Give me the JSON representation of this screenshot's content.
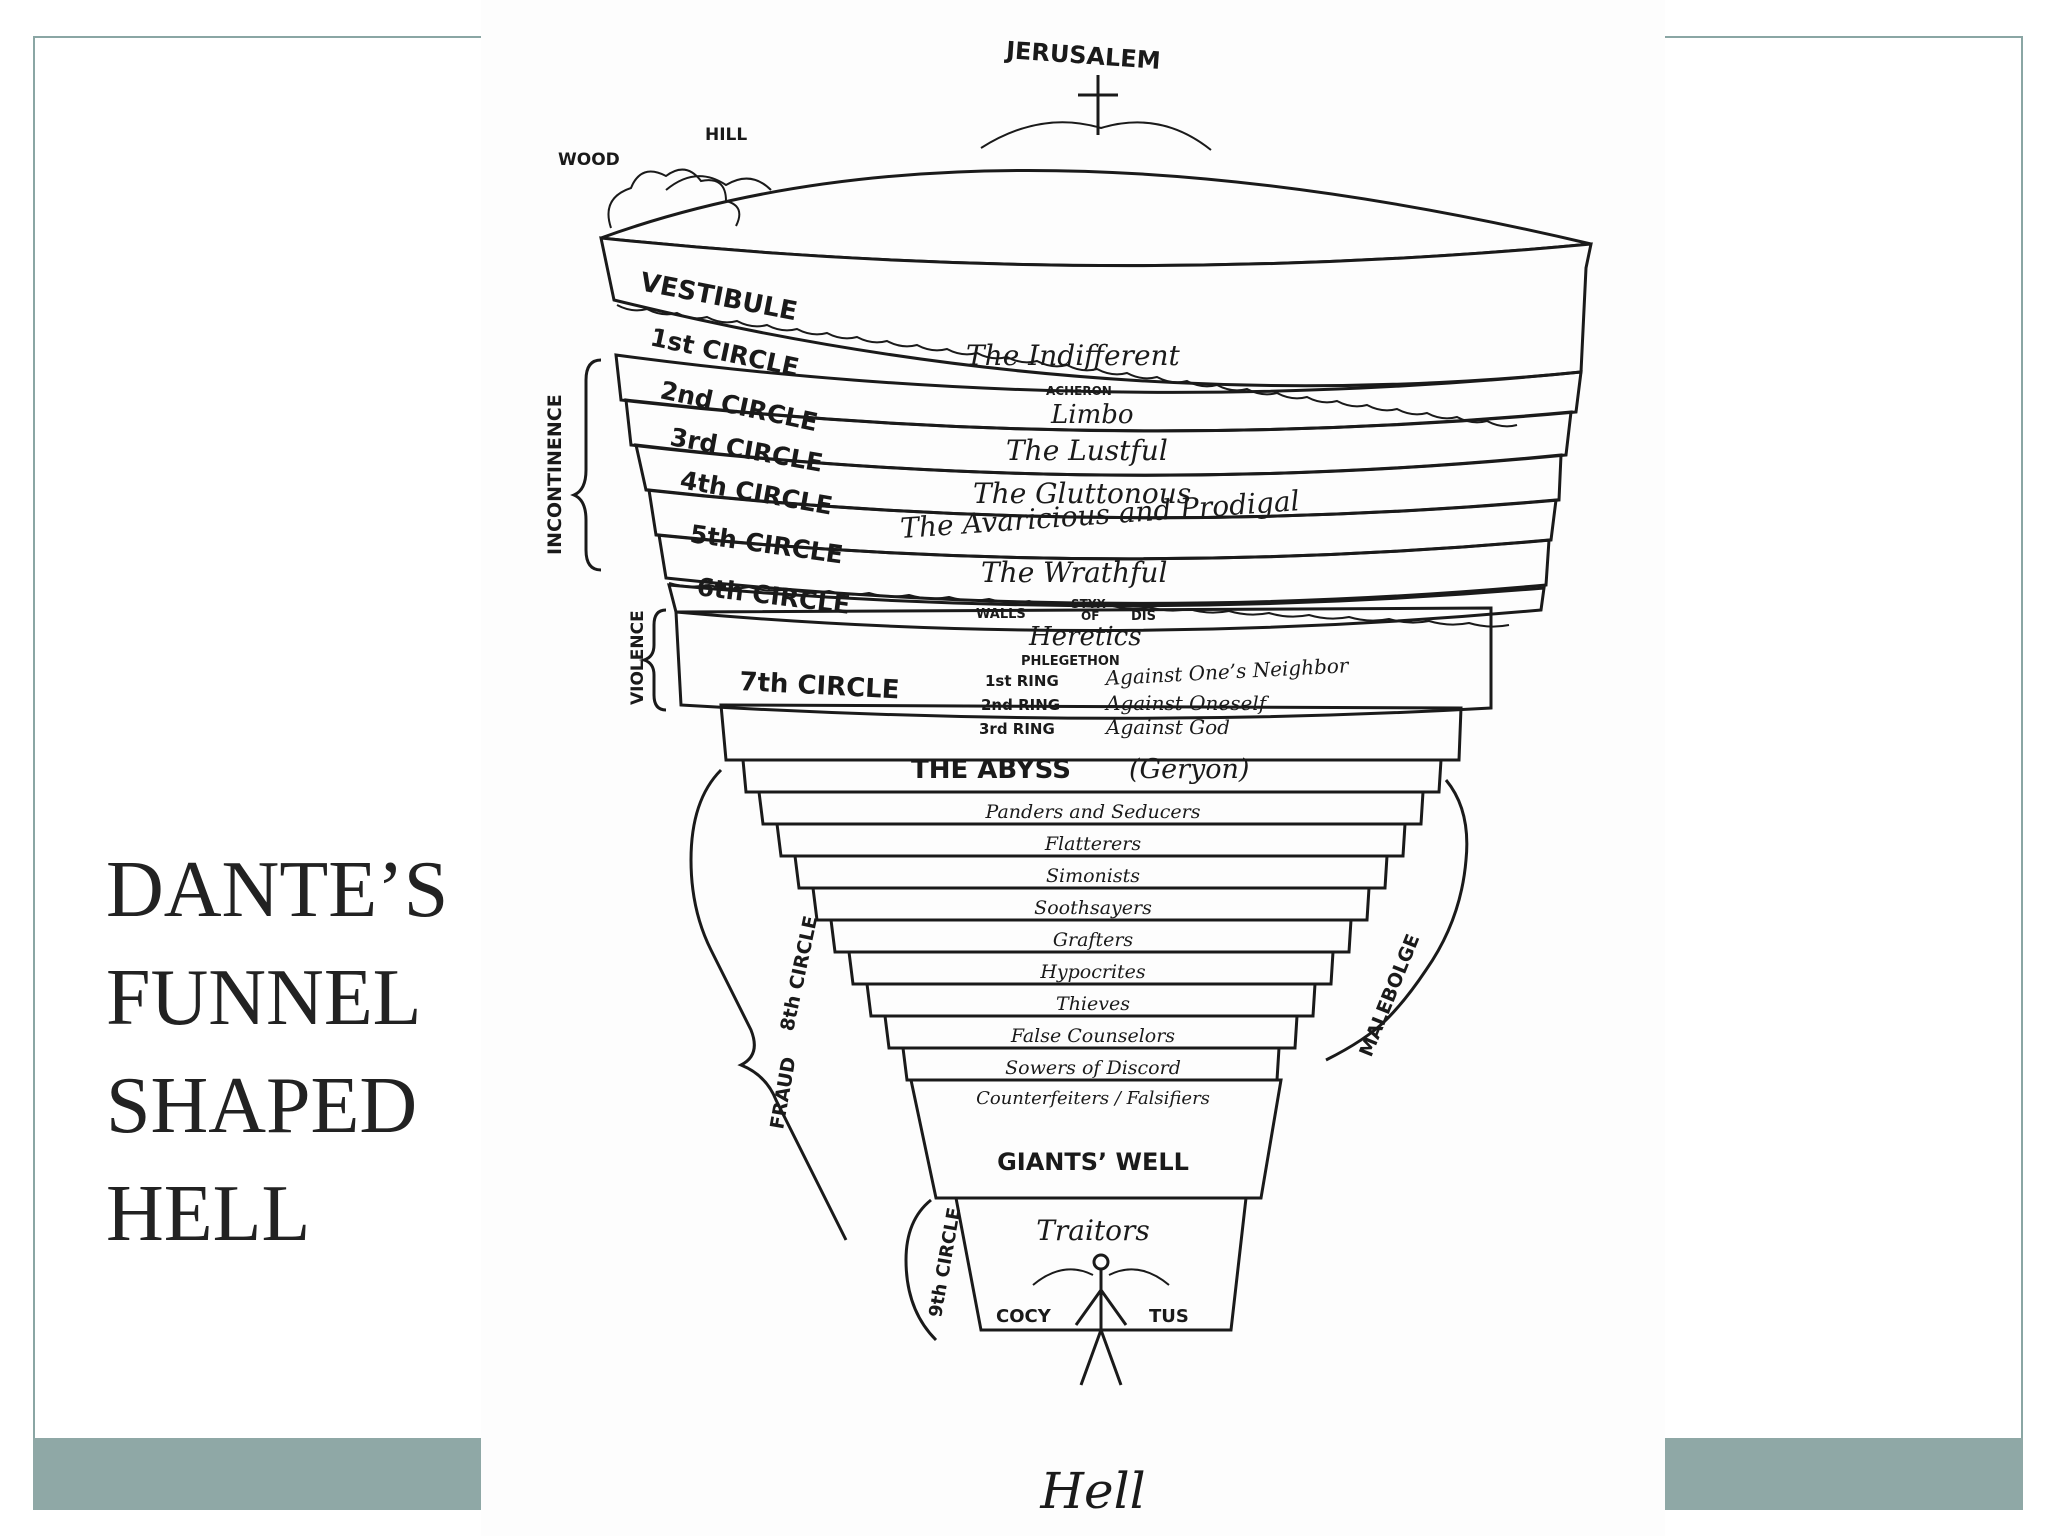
{
  "title_lines": [
    "DANTE’S",
    "FUNNEL",
    "SHAPED",
    "HELL"
  ],
  "diagram": {
    "jerusalem": "JERUSALEM",
    "wood": "WOOD",
    "hill": "HILL",
    "vestibule": "VESTIBULE",
    "indifferent": "The Indifferent",
    "acheron": "ACHERON",
    "circles": [
      {
        "label": "1st CIRCLE",
        "desc": "Limbo"
      },
      {
        "label": "2nd CIRCLE",
        "desc": "The Lustful"
      },
      {
        "label": "3rd CIRCLE",
        "desc": "The Gluttonous"
      },
      {
        "label": "4th CIRCLE",
        "desc": "The Avaricious and Prodigal"
      },
      {
        "label": "5th CIRCLE",
        "desc": "The Wrathful"
      },
      {
        "label": "6th CIRCLE",
        "desc": "Heretics"
      }
    ],
    "styx": "STYX",
    "walls_of_dis": [
      "WALLS",
      "OF",
      "DIS"
    ],
    "phlegethon": "PHLEGETHON",
    "seventh": "7th CIRCLE",
    "rings": [
      {
        "ring": "1st RING",
        "desc": "Against One’s Neighbor"
      },
      {
        "ring": "2nd RING",
        "desc": "Against Oneself"
      },
      {
        "ring": "3rd RING",
        "desc": "Against God"
      }
    ],
    "abyss": "THE ABYSS",
    "geryon": "(Geryon)",
    "bolgias": [
      "Panders and Seducers",
      "Flatterers",
      "Simonists",
      "Soothsayers",
      "Grafters",
      "Hypocrites",
      "Thieves",
      "False Counselors",
      "Sowers of Discord",
      "Counterfeiters / Falsifiers"
    ],
    "giants": "GIANTS’ WELL",
    "traitors": "Traitors",
    "cocytus": [
      "COCY",
      "TUS"
    ],
    "incontinence": "INCONTINENCE",
    "violence": "VIOLENCE",
    "fraud": "FRAUD",
    "eighth": "8th CIRCLE",
    "ninth": "9th CIRCLE",
    "malebolge": "MALEBOLGE",
    "caption": "Hell"
  }
}
